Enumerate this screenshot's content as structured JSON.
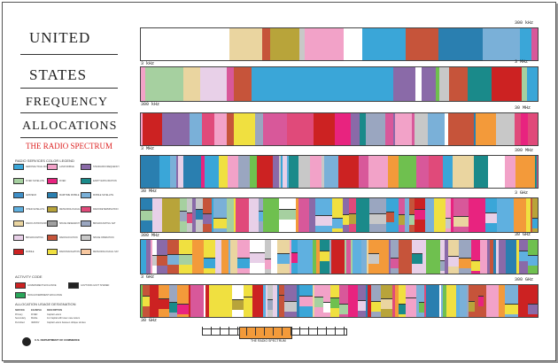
{
  "title": {
    "line1": "UNITED",
    "line2": "STATES",
    "line3": "FREQUENCY",
    "line4": "ALLOCATIONS",
    "subtitle": "THE RADIO SPECTRUM"
  },
  "legend": {
    "title": "RADIO SERVICES COLOR LEGEND",
    "items": [
      {
        "label": "AERONAUTICAL MOBILE",
        "color": "#3aa6d8"
      },
      {
        "label": "FIXED SATELLITE",
        "color": "#a6d0a0"
      },
      {
        "label": "AMATEUR",
        "color": "#3f8fc8"
      },
      {
        "label": "INTER-SATELLITE",
        "color": "#5fb0e0"
      },
      {
        "label": "RADIO ASTRONOMY",
        "color": "#ead5a0"
      },
      {
        "label": "BROADCASTING",
        "color": "#e8d0e8"
      },
      {
        "label": "MOBILE",
        "color": "#cc2222"
      },
      {
        "label": "LAND MOBILE",
        "color": "#f2a2c8"
      },
      {
        "label": "FIXED",
        "color": "#e8237f"
      },
      {
        "label": "MARITIME MOBILE",
        "color": "#2a7fb0"
      },
      {
        "label": "METEOROLOGICAL",
        "color": "#b8a43a"
      },
      {
        "label": "SPACE RESEARCH",
        "color": "#a0a0a0"
      },
      {
        "label": "RADIOLOCATION",
        "color": "#c6543a"
      },
      {
        "label": "RADIONAVIGATION",
        "color": "#f0e040"
      },
      {
        "label": "STANDARD FREQUENCY",
        "color": "#8a6aa8"
      },
      {
        "label": "EARTH EXPLORATION",
        "color": "#1a8a8a"
      },
      {
        "label": "MOBILE SATELLITE",
        "color": "#7ab0d8"
      },
      {
        "label": "RADIODETERMINATION",
        "color": "#e04a7a"
      },
      {
        "label": "BROADCASTING SAT",
        "color": "#9aa6c0"
      },
      {
        "label": "SPACE OPERATION",
        "color": "#c8c8c8"
      },
      {
        "label": "METEOROLOGICAL SAT",
        "color": "#f8c8a0"
      }
    ]
  },
  "activity": {
    "title": "ACTIVITY CODE",
    "items": [
      {
        "label": "GOVERNMENT EXCLUSIVE",
        "color": "#cc2222"
      },
      {
        "label": "GOVT/NON-GOVT SHARED",
        "color": "#222222"
      },
      {
        "label": "NON-GOVERNMENT EXCLUSIVE",
        "color": "#2aa65a"
      }
    ]
  },
  "allocation_usage": {
    "title": "ALLOCATION USAGE DESIGNATION",
    "headers": [
      "SERVICE",
      "EXAMPLE",
      "DESCRIPTION"
    ],
    "rows": [
      [
        "Primary",
        "FIXED",
        "Capital Letters"
      ],
      [
        "Secondary",
        "Mobile",
        "1st Capital with lower case letters"
      ],
      [
        "Permitted",
        "/RADIO/",
        "Capital Letters between oblique strokes"
      ]
    ]
  },
  "department": "U.S. DEPARTMENT OF COMMERCE",
  "band_labels": [
    {
      "left": "3 kHz",
      "right": "300 kHz"
    },
    {
      "left": "300 kHz",
      "right": "3 MHz"
    },
    {
      "left": "3 MHz",
      "right": "30 MHz"
    },
    {
      "left": "30 MHz",
      "right": "300 MHz"
    },
    {
      "left": "300 MHz",
      "right": "3 GHz"
    },
    {
      "left": "3 GHz",
      "right": "30 GHz"
    },
    {
      "left": "30 GHz",
      "right": "300 GHz"
    }
  ],
  "bottom_scale_label": "THE RADIO SPECTRUM",
  "palette": [
    "#e8237f",
    "#3aa6d8",
    "#f0e040",
    "#2a7fb0",
    "#a6d0a0",
    "#c6543a",
    "#e8d0e8",
    "#8a6aa8",
    "#1a8a8a",
    "#f2a2c8",
    "#7ab0d8",
    "#b8a43a",
    "#ead5a0",
    "#5fb0e0",
    "#cc2222",
    "#f39a3a",
    "#9aa6c0",
    "#ffffff",
    "#e04a7a",
    "#c8c8c8",
    "#6fc04f",
    "#d8589a"
  ]
}
